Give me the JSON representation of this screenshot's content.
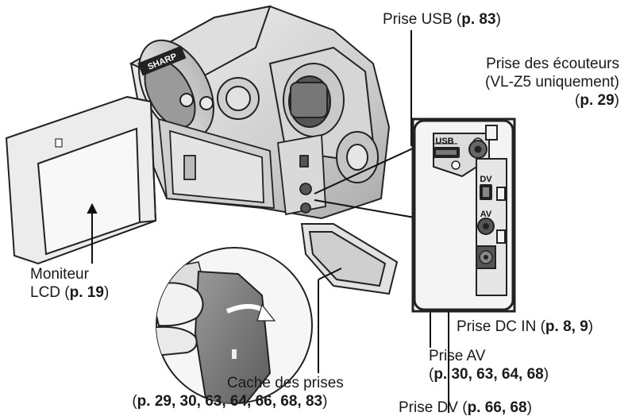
{
  "brand": "SHARP",
  "jack_labels": {
    "usb": "USB",
    "dv": "DV",
    "av": "AV"
  },
  "labels": {
    "usb": {
      "text": "Prise USB (",
      "ref": "p. 83",
      "close": ")"
    },
    "headphone": {
      "line1": "Prise des écouteurs",
      "line2": "(VL-Z5 uniquement)",
      "paren_open": "(",
      "ref": "p. 29",
      "paren_close": ")"
    },
    "lcd": {
      "line1": "Moniteur",
      "line2": "LCD (",
      "ref": "p. 19",
      "close": ")"
    },
    "dcin": {
      "text": "Prise DC IN  (",
      "ref": "p. 8, 9",
      "close": ")"
    },
    "av": {
      "line1": "Prise AV",
      "paren_open": "(",
      "ref": "p. 30, 63, 64, 68",
      "close": ")"
    },
    "cover": {
      "line1": "Cache des prises",
      "paren_open": "(",
      "ref": "p. 29, 30, 63, 64, 66, 68, 83",
      "close": ")"
    },
    "dv": {
      "text": "Prise DV (",
      "ref": "p. 66, 68",
      "close": ")"
    }
  }
}
